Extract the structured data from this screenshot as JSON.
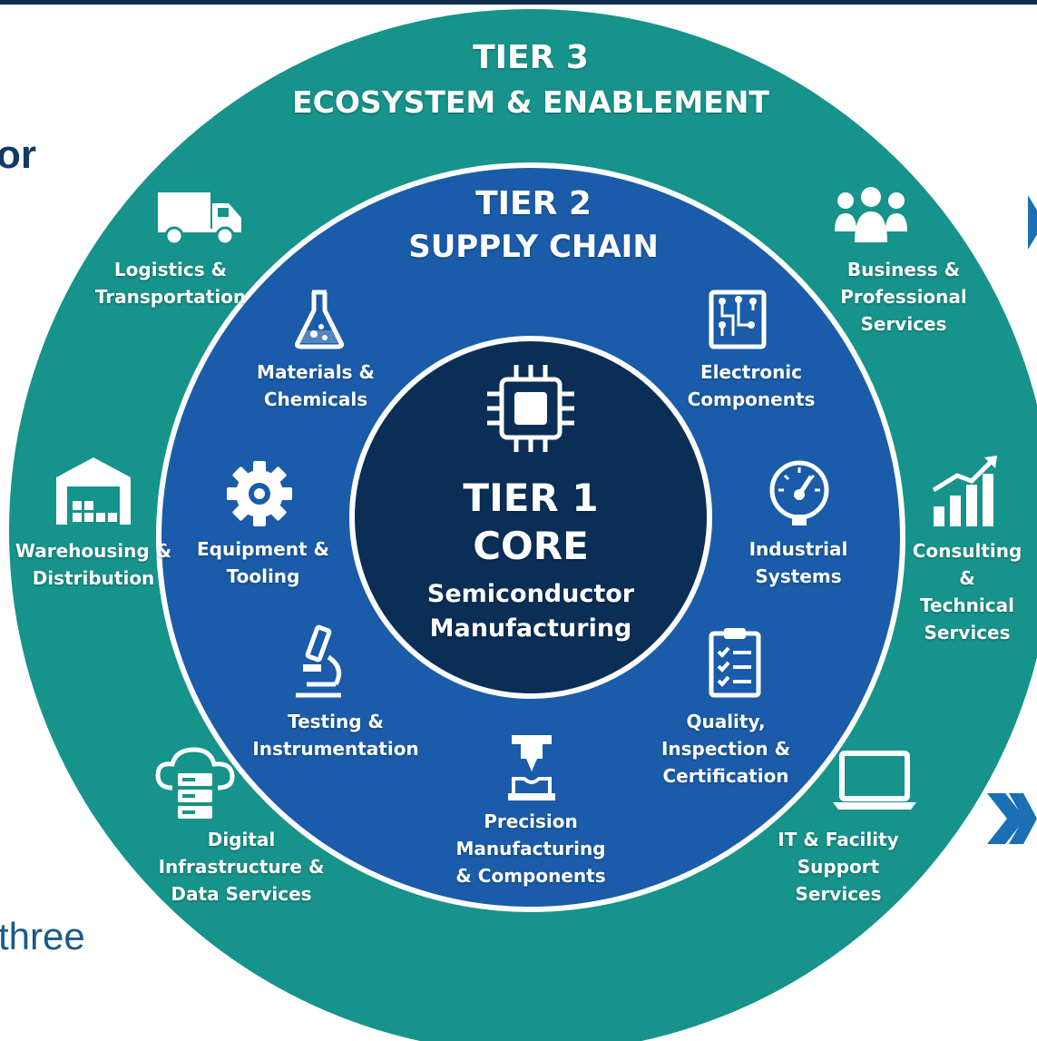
{
  "background_fragments": {
    "top_left_text": "or",
    "bottom_left_text": "three"
  },
  "colors": {
    "outer_ring": "#16938a",
    "middle_ring": "#1a5ca9",
    "core": "#0b2e57",
    "ring_border": "#ffffff",
    "slide_accent": "#1a6fb5"
  },
  "tier3": {
    "line1": "TIER 3",
    "line2": "ECOSYSTEM & ENABLEMENT",
    "items": [
      {
        "icon": "truck-icon",
        "label": "Logistics &\nTransportation"
      },
      {
        "icon": "people-group-icon",
        "label": "Business &\nProfessional\nServices"
      },
      {
        "icon": "warehouse-icon",
        "label": "Warehousing &\nDistribution"
      },
      {
        "icon": "bar-chart-growth-icon",
        "label": "Consulting &\nTechnical\nServices"
      },
      {
        "icon": "cloud-server-icon",
        "label": "Digital\nInfrastructure &\nData Services"
      },
      {
        "icon": "laptop-icon",
        "label": "IT & Facility\nSupport\nServices"
      }
    ]
  },
  "tier2": {
    "line1": "TIER 2",
    "line2": "SUPPLY CHAIN",
    "items": [
      {
        "icon": "flask-icon",
        "label": "Materials &\nChemicals"
      },
      {
        "icon": "circuit-board-icon",
        "label": "Electronic\nComponents"
      },
      {
        "icon": "gear-icon",
        "label": "Equipment &\nTooling"
      },
      {
        "icon": "gauge-icon",
        "label": "Industrial\nSystems"
      },
      {
        "icon": "microscope-icon",
        "label": "Testing &\nInstrumentation"
      },
      {
        "icon": "clipboard-checklist-icon",
        "label": "Quality,\nInspection &\nCertification"
      },
      {
        "icon": "cnc-machine-icon",
        "label": "Precision\nManufacturing\n& Components"
      }
    ]
  },
  "tier1": {
    "line1": "TIER 1",
    "line2": "CORE",
    "line3": "Semiconductor\nManufacturing",
    "icon": "chip-icon"
  }
}
